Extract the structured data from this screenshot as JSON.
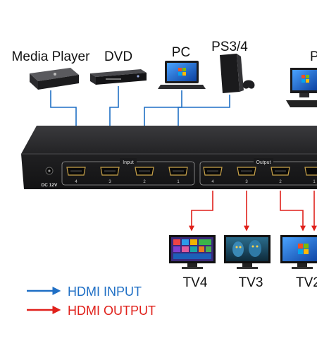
{
  "sources": [
    {
      "label": "Media Player",
      "icon": "media-player-icon"
    },
    {
      "label": "DVD",
      "icon": "dvd-player-icon"
    },
    {
      "label": "PC",
      "icon": "laptop-icon"
    },
    {
      "label": "PS3/4",
      "icon": "game-console-icon"
    },
    {
      "label": "P",
      "icon": "desktop-pc-icon"
    }
  ],
  "device": {
    "power_label": "DC 12V",
    "input_group_label": "Input",
    "output_group_label": "Output",
    "input_port_numbers": [
      "4",
      "3",
      "2",
      "1"
    ],
    "output_port_numbers": [
      "4",
      "3",
      "2",
      "1"
    ]
  },
  "displays": [
    {
      "label": "TV4",
      "icon": "tv-icon"
    },
    {
      "label": "TV3",
      "icon": "tv-icon"
    },
    {
      "label": "TV2",
      "icon": "tv-icon"
    }
  ],
  "legend": [
    {
      "label": "HDMI INPUT",
      "color": "#1f6fc5"
    },
    {
      "label": "HDMI OUTPUT",
      "color": "#e0211b"
    }
  ],
  "colors": {
    "input_arrow": "#1f6fc5",
    "output_arrow": "#e0211b",
    "device_body": "#1c1c1e"
  }
}
